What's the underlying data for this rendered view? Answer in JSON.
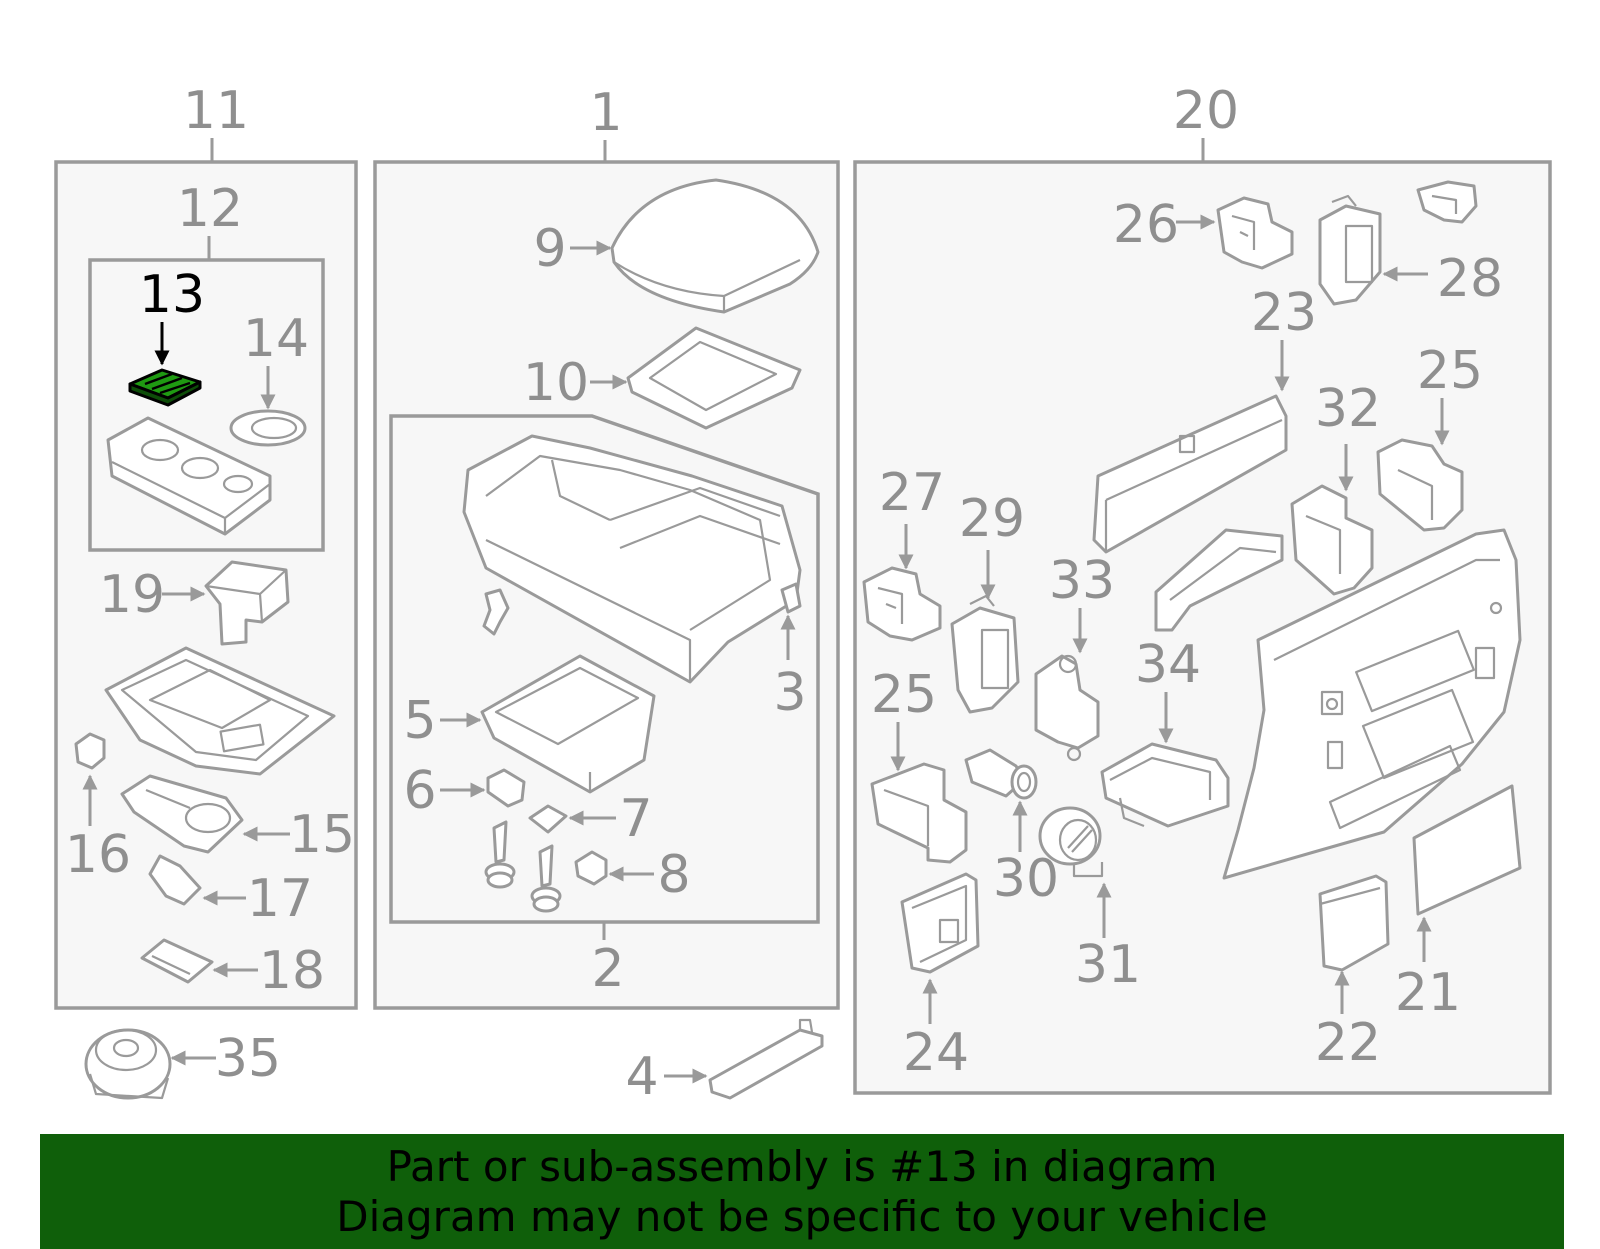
{
  "highlight_color": "#1f9a12",
  "banner_color": "#0f5f0a",
  "callouts": {
    "n1": "1",
    "n2": "2",
    "n3": "3",
    "n4": "4",
    "n5": "5",
    "n6": "6",
    "n7": "7",
    "n8": "8",
    "n9": "9",
    "n10": "10",
    "n11": "11",
    "n12": "12",
    "n13": "13",
    "n14": "14",
    "n15": "15",
    "n16": "16",
    "n17": "17",
    "n18": "18",
    "n19": "19",
    "n20": "20",
    "n21": "21",
    "n22": "22",
    "n23": "23",
    "n24": "24",
    "n25": "25",
    "n26": "26",
    "n27": "27",
    "n28": "28",
    "n29": "29",
    "n30": "30",
    "n31": "31",
    "n32": "32",
    "n33": "33",
    "n34": "34",
    "n35": "35"
  },
  "banner": {
    "line1": "Part or sub-assembly is #13 in diagram",
    "line2": "Diagram may not be specific to your vehicle"
  }
}
